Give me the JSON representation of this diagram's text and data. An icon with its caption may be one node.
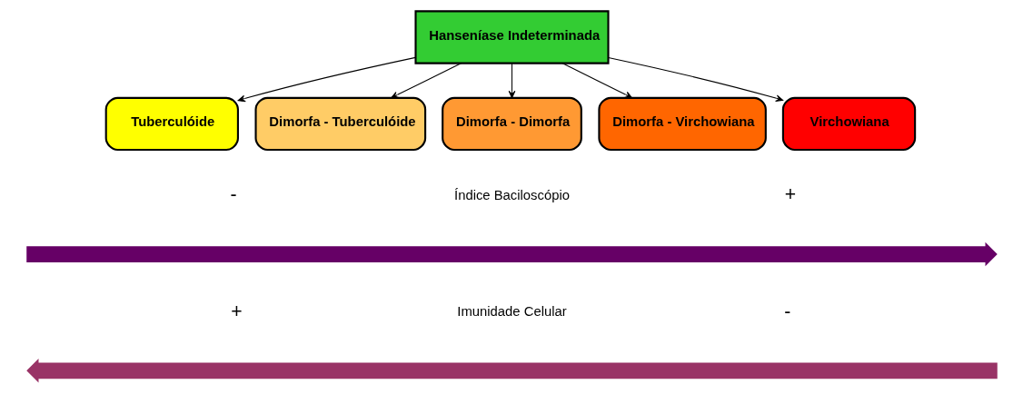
{
  "diagram": {
    "nodes": [
      {
        "text": [
          "Hanseníase Indeterminada"
        ]
      },
      {
        "text": [
          "Tuberculóide"
        ]
      },
      {
        "text": [
          "Dimorfa - Tuberculóide"
        ]
      },
      {
        "text": [
          "Dimorfa - Dimorfa"
        ]
      },
      {
        "text": [
          "Dimorfa - Virchowiana"
        ]
      },
      {
        "text": [
          "Virchowiana"
        ]
      },
      {
        "text": [],
        "shape": "arrow"
      },
      {
        "text": [],
        "shape": "arrow"
      }
    ],
    "edges": [
      {
        "from": 0,
        "to": 1,
        "arrow": "to"
      },
      {
        "from": 0,
        "to": 2,
        "arrow": "to"
      },
      {
        "from": 0,
        "to": 3,
        "arrow": "to"
      },
      {
        "from": 0,
        "to": 4,
        "arrow": "to"
      },
      {
        "from": 0,
        "to": 5,
        "arrow": "to"
      }
    ],
    "labels": [
      "-",
      "Índice Baciloscópio",
      "+",
      "+",
      "Imunidade Celular",
      "-"
    ]
  }
}
